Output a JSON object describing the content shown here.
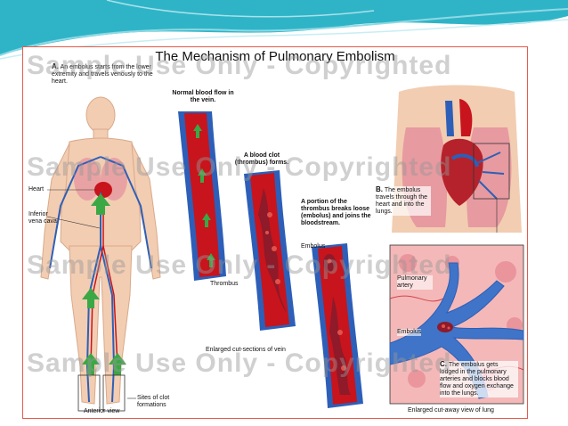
{
  "title": "The Mechanism of Pulmonary Embolism",
  "watermark": "Sample Use Only - Copyrighted",
  "step_a": {
    "letter": "A.",
    "text": "An embolus starts from the lower extremity and travels venously to the heart."
  },
  "step_b": {
    "letter": "B.",
    "text": "The embolus travels through the heart and into the lungs."
  },
  "step_c": {
    "letter": "C.",
    "text": "The embolus gets lodged in the pulmonary arteries and blocks blood flow and oxygen exchange into the lungs."
  },
  "vein_captions": {
    "normal": "Normal blood flow in the vein.",
    "clot": "A blood clot (thrombus) forms.",
    "embolus": "A portion of the thrombus breaks loose (embolus) and joins the bloodstream."
  },
  "labels": {
    "heart": "Heart",
    "vena_cava": "Inferior vena cava",
    "thrombus": "Thrombus",
    "embolus_vein": "Embolus",
    "pulmonary_artery": "Pulmonary artery",
    "embolus_lung": "Embolus",
    "clot_sites": "Sites of clot formations"
  },
  "bottom_captions": {
    "anterior": "Anterior view",
    "cross_sections": "Enlarged cut-sections of vein",
    "lung_view": "Enlarged cut-away view of lung"
  },
  "colors": {
    "slide_teal": "#2fb4c7",
    "frame_border": "#e85a4a",
    "blood": "#c8141c",
    "vein_blue": "#2d5fb8",
    "body_skin": "#f2cdb2",
    "arrow_green": "#3aa845",
    "lung_pink": "#f4b8b8"
  }
}
